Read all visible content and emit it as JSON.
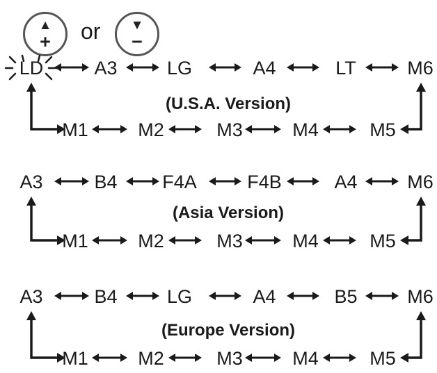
{
  "buttons": {
    "up": {
      "symbol": "▲",
      "sign": "+"
    },
    "down": {
      "symbol": "▼",
      "sign": "−"
    },
    "or_text": "or"
  },
  "versions": [
    {
      "title": "(U.S.A. Version)",
      "top_row": [
        "LD",
        "A3",
        "LG",
        "A4",
        "LT",
        "M6"
      ],
      "bottom_row": [
        "M1",
        "M2",
        "M3",
        "M4",
        "M5"
      ]
    },
    {
      "title": "(Asia Version)",
      "top_row": [
        "A3",
        "B4",
        "F4A",
        "F4B",
        "A4",
        "M6"
      ],
      "bottom_row": [
        "M1",
        "M2",
        "M3",
        "M4",
        "M5"
      ]
    },
    {
      "title": "(Europe Version)",
      "top_row": [
        "A3",
        "B4",
        "LG",
        "A4",
        "B5",
        "M6"
      ],
      "bottom_row": [
        "M1",
        "M2",
        "M3",
        "M4",
        "M5"
      ]
    }
  ],
  "colors": {
    "ink": "#1a1a1a",
    "button_border": "#555555"
  }
}
